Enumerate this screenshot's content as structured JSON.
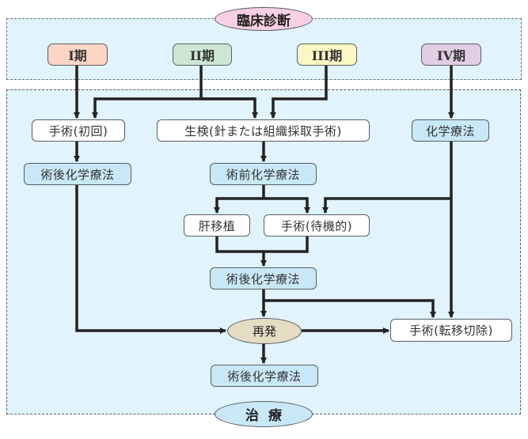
{
  "diagram": {
    "header_label": "臨床診断",
    "footer_label": "治療",
    "stages": [
      {
        "id": "stage-1",
        "label": "I期",
        "color": "#fcd5c4"
      },
      {
        "id": "stage-2",
        "label": "II期",
        "color": "#cde7d4"
      },
      {
        "id": "stage-3",
        "label": "III期",
        "color": "#fdf7c3"
      },
      {
        "id": "stage-4",
        "label": "IV期",
        "color": "#e2cde4"
      }
    ],
    "nodes": {
      "surgery_initial": "手術(初回)",
      "biopsy": "生検(針または組織採取手術)",
      "chemotherapy": "化学療法",
      "postop_chemo_left": "術後化学療法",
      "preop_chemo": "術前化学療法",
      "liver_transplant": "肝移植",
      "surgery_elective": "手術(待機的)",
      "postop_chemo_middle": "術後化学療法",
      "recurrence": "再発",
      "surgery_metastasectomy": "手術(転移切除)",
      "postop_chemo_bottom": "術後化学療法"
    },
    "edges": [
      [
        "I期",
        "手術(初回)"
      ],
      [
        "II期",
        "手術(初回)"
      ],
      [
        "II期",
        "生検(針または組織採取手術)"
      ],
      [
        "III期",
        "生検(針または組織採取手術)"
      ],
      [
        "IV期",
        "化学療法"
      ],
      [
        "手術(初回)",
        "術後化学療法"
      ],
      [
        "生検(針または組織採取手術)",
        "術前化学療法"
      ],
      [
        "術前化学療法",
        "肝移植"
      ],
      [
        "術前化学療法",
        "手術(待機的)"
      ],
      [
        "化学療法",
        "手術(待機的)"
      ],
      [
        "化学療法",
        "手術(転移切除)"
      ],
      [
        "肝移植",
        "術後化学療法"
      ],
      [
        "手術(待機的)",
        "術後化学療法"
      ],
      [
        "術後化学療法",
        "再発"
      ],
      [
        "術後化学療法",
        "手術(転移切除)"
      ],
      [
        "再発",
        "手術(転移切除)"
      ],
      [
        "再発",
        "術後化学療法"
      ]
    ]
  }
}
